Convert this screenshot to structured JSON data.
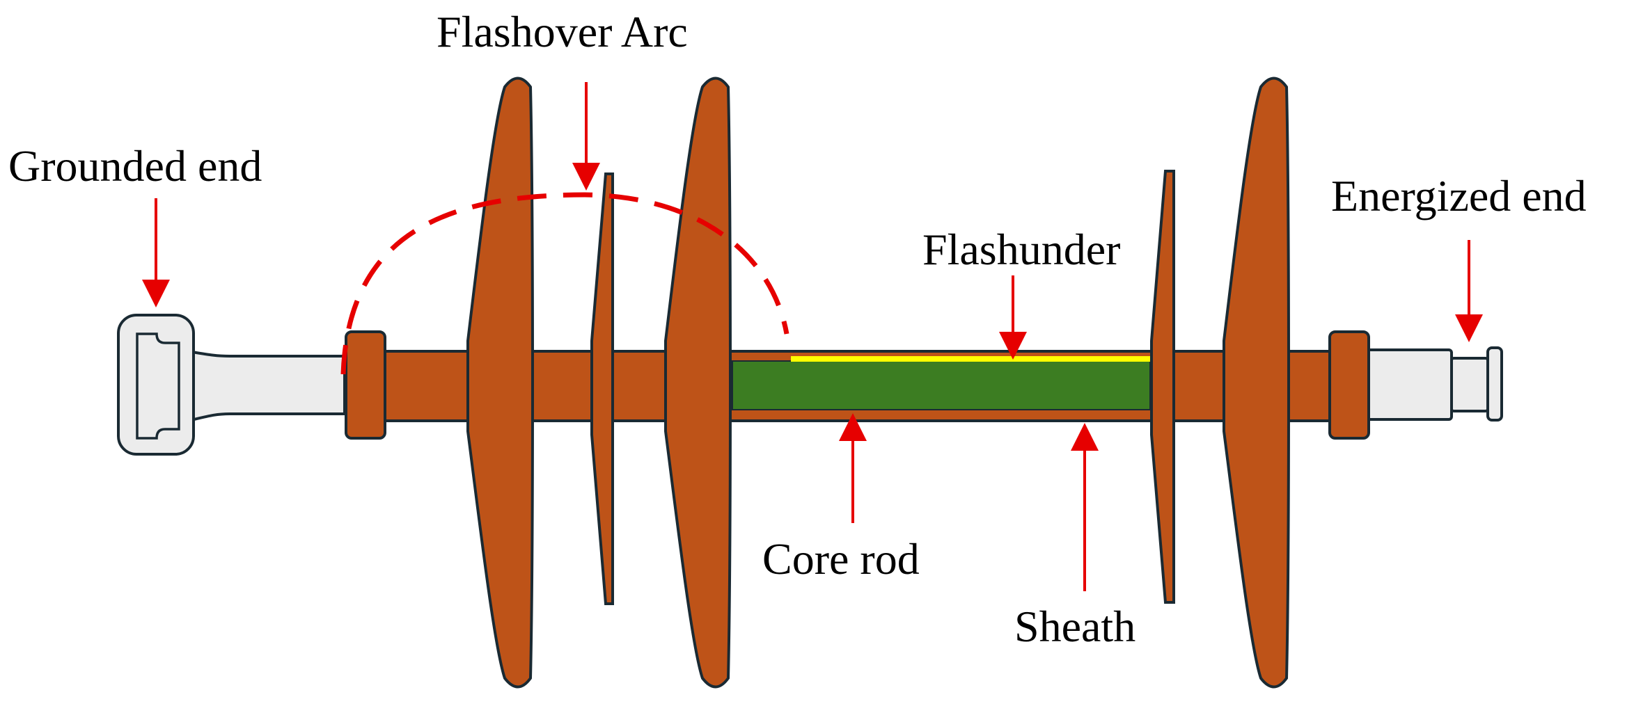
{
  "labels": {
    "flashover_arc": "Flashover Arc",
    "grounded_end": "Grounded end",
    "energized_end": "Energized end",
    "flashunder": "Flashunder",
    "core_rod": "Core rod",
    "sheath": "Sheath"
  },
  "colors": {
    "housing": "#BE5318",
    "core_rod": "#3C7D22",
    "flashunder_path": "#FFFF00",
    "arrow": "#E60000",
    "arc": "#E60000",
    "fitting": "#ECECEC",
    "outline": "#1A2A33"
  }
}
